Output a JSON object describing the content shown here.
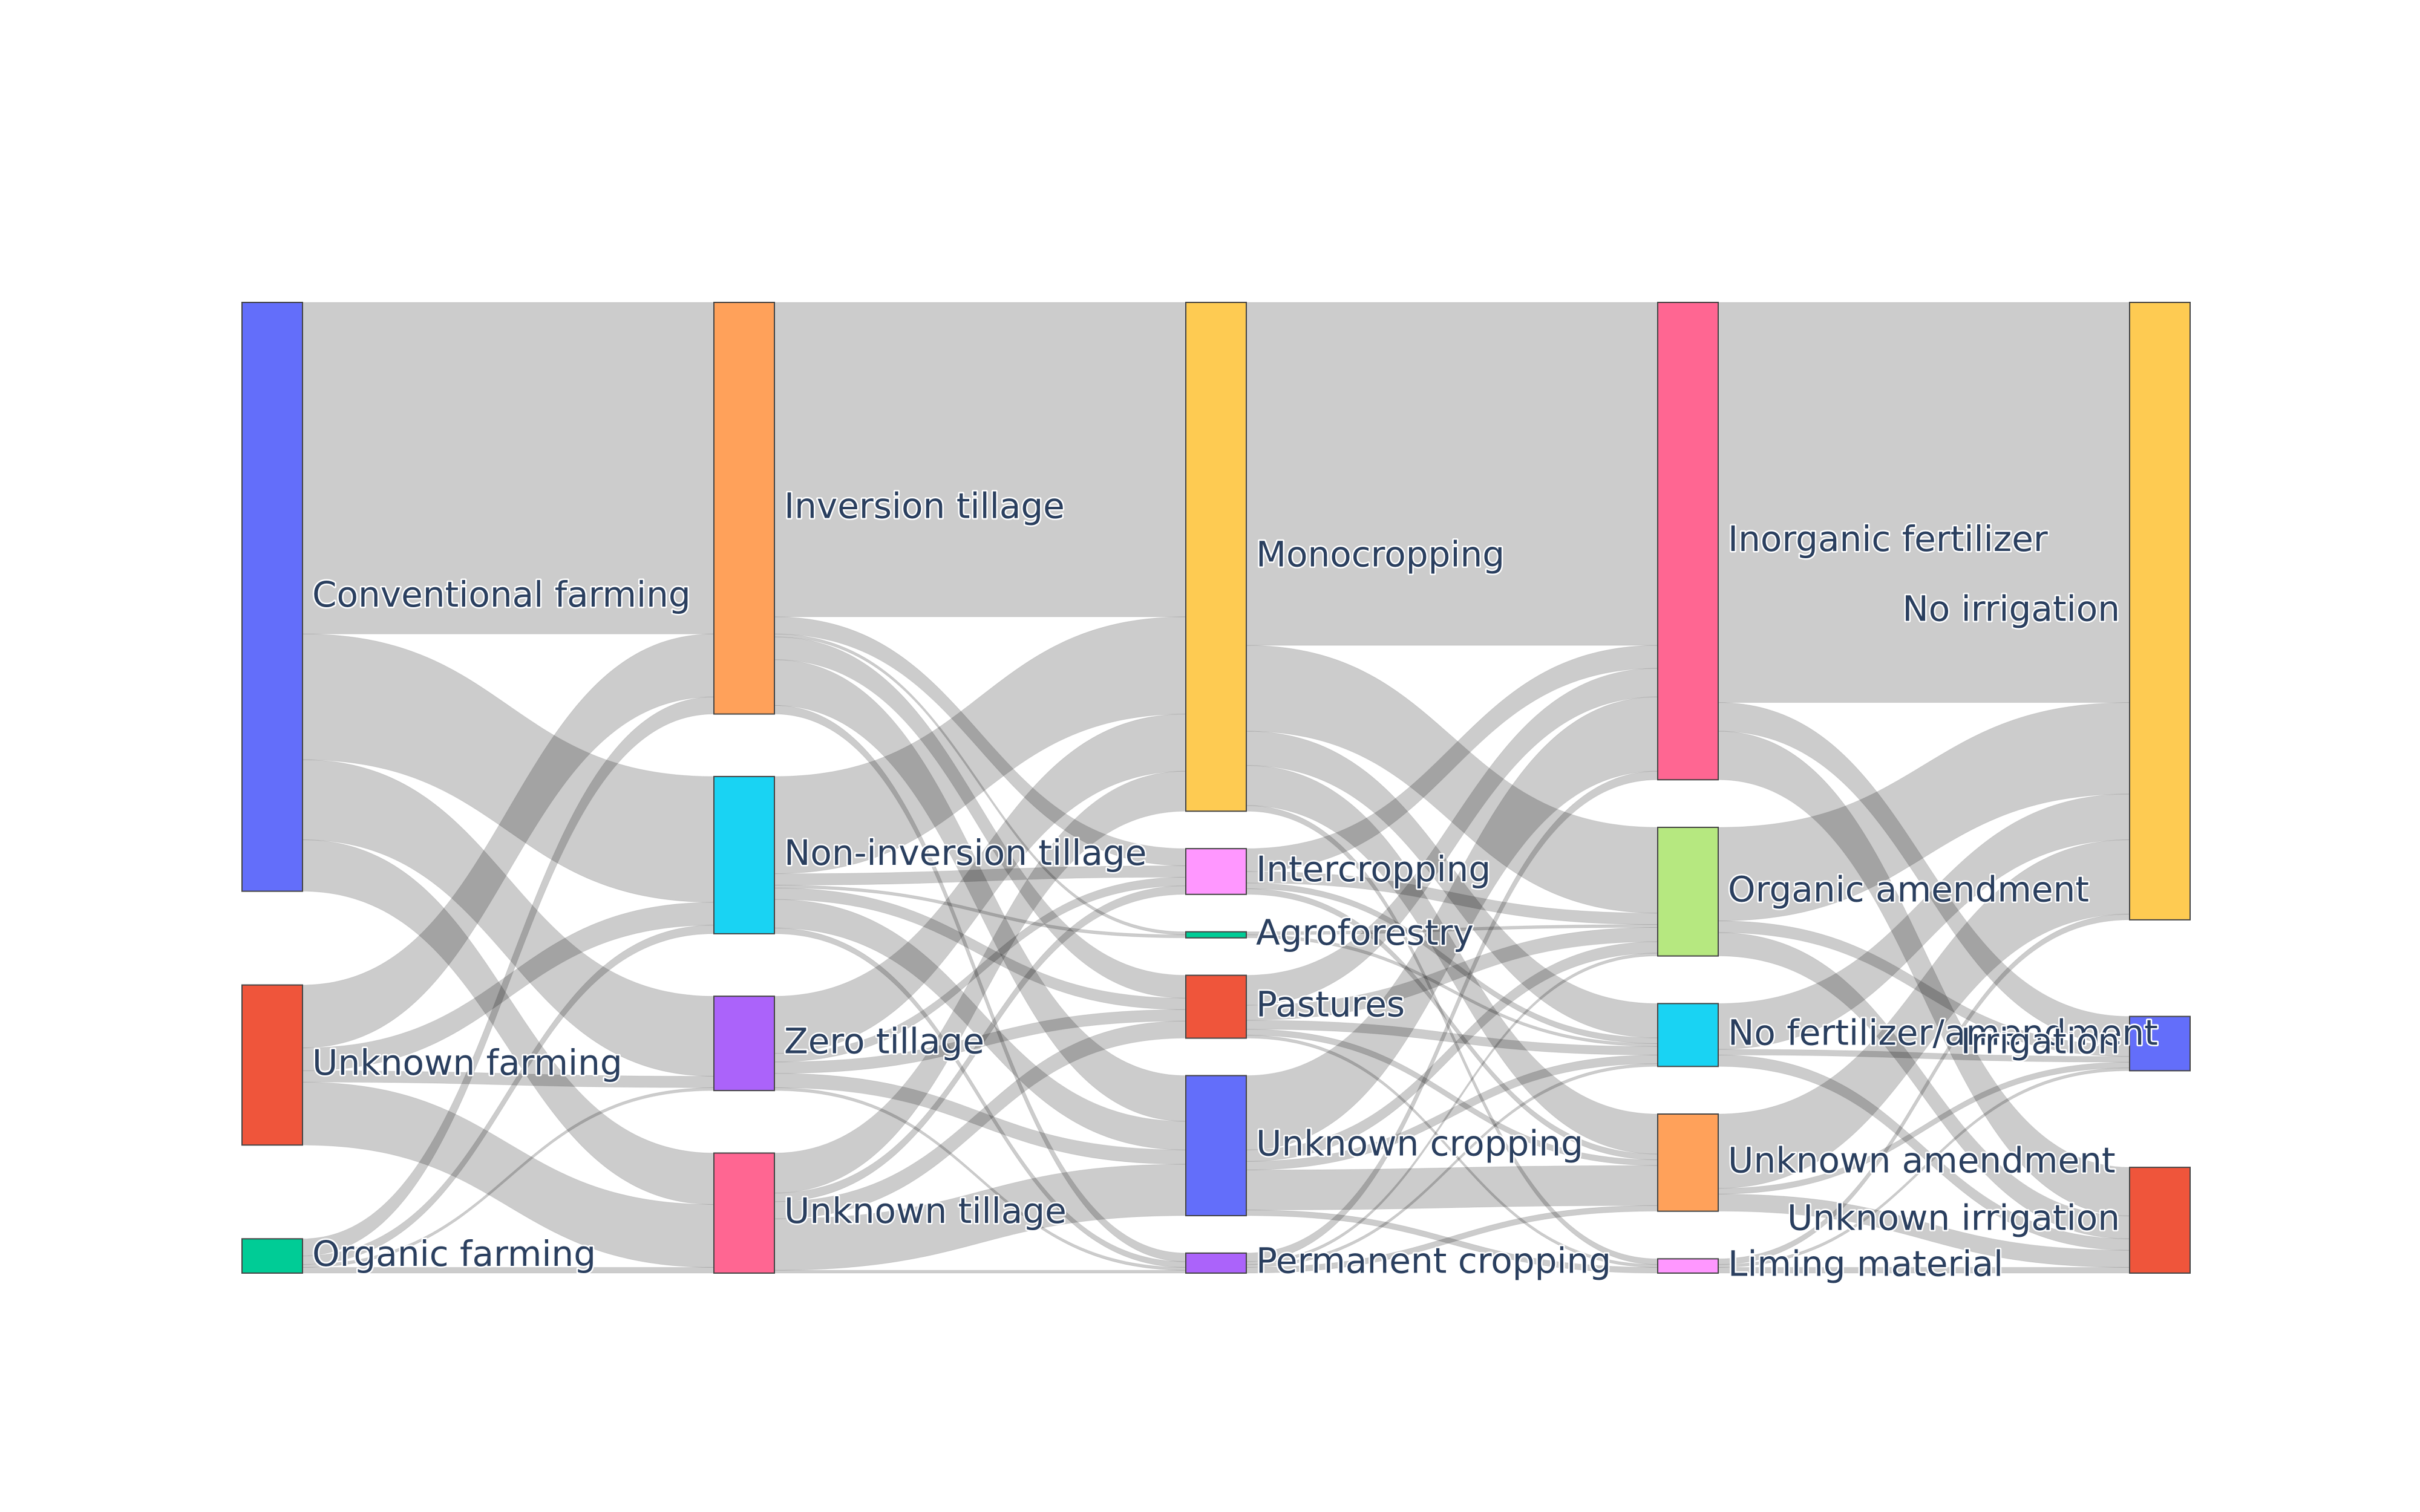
{
  "chart_data": {
    "type": "sankey",
    "title": "",
    "columns": [
      [
        "Conventional farming",
        "Unknown farming",
        "Organic farming"
      ],
      [
        "Inversion tillage",
        "Non-inversion tillage",
        "Zero tillage",
        "Unknown tillage"
      ],
      [
        "Monocropping",
        "Intercropping",
        "Agroforestry",
        "Pastures",
        "Unknown cropping",
        "Permanent cropping"
      ],
      [
        "Inorganic fertilizer",
        "Organic amendment",
        "No fertilizer/amendment",
        "Unknown amendment",
        "Liming material"
      ],
      [
        "No irrigation",
        "Irrigation",
        "Unknown irrigation"
      ]
    ],
    "nodes": [
      {
        "name": "Conventional farming",
        "color": "#636efa"
      },
      {
        "name": "Unknown farming",
        "color": "#ef553b"
      },
      {
        "name": "Organic farming",
        "color": "#00cc96"
      },
      {
        "name": "Inversion tillage",
        "color": "#ffa15a"
      },
      {
        "name": "Non-inversion tillage",
        "color": "#19d3f3"
      },
      {
        "name": "Zero tillage",
        "color": "#ab63fa"
      },
      {
        "name": "Unknown tillage",
        "color": "#ff6692"
      },
      {
        "name": "Monocropping",
        "color": "#fecb52"
      },
      {
        "name": "Intercropping",
        "color": "#ff97ff"
      },
      {
        "name": "Agroforestry",
        "color": "#00cc96"
      },
      {
        "name": "Pastures",
        "color": "#ef553b"
      },
      {
        "name": "Unknown cropping",
        "color": "#636efa"
      },
      {
        "name": "Permanent cropping",
        "color": "#ab63fa"
      },
      {
        "name": "Inorganic fertilizer",
        "color": "#ff6692"
      },
      {
        "name": "Organic amendment",
        "color": "#b6e880"
      },
      {
        "name": "No fertilizer/amendment",
        "color": "#19d3f3"
      },
      {
        "name": "Unknown amendment",
        "color": "#ffa15a"
      },
      {
        "name": "Liming material",
        "color": "#ff97ff"
      },
      {
        "name": "No irrigation",
        "color": "#fecb52"
      },
      {
        "name": "Irrigation",
        "color": "#636efa"
      },
      {
        "name": "Unknown irrigation",
        "color": "#ef553b"
      }
    ],
    "links": [
      {
        "source": "Conventional farming",
        "target": "Inversion tillage",
        "value": 58
      },
      {
        "source": "Conventional farming",
        "target": "Non-inversion tillage",
        "value": 22
      },
      {
        "source": "Conventional farming",
        "target": "Zero tillage",
        "value": 14
      },
      {
        "source": "Conventional farming",
        "target": "Unknown tillage",
        "value": 9
      },
      {
        "source": "Unknown farming",
        "target": "Inversion tillage",
        "value": 11
      },
      {
        "source": "Unknown farming",
        "target": "Non-inversion tillage",
        "value": 4
      },
      {
        "source": "Unknown farming",
        "target": "Zero tillage",
        "value": 2
      },
      {
        "source": "Unknown farming",
        "target": "Unknown tillage",
        "value": 11
      },
      {
        "source": "Organic farming",
        "target": "Inversion tillage",
        "value": 3
      },
      {
        "source": "Organic farming",
        "target": "Non-inversion tillage",
        "value": 1.5
      },
      {
        "source": "Organic farming",
        "target": "Zero tillage",
        "value": 0.5
      },
      {
        "source": "Organic farming",
        "target": "Unknown tillage",
        "value": 1
      },
      {
        "source": "Inversion tillage",
        "target": "Monocropping",
        "value": 55
      },
      {
        "source": "Inversion tillage",
        "target": "Intercropping",
        "value": 3
      },
      {
        "source": "Inversion tillage",
        "target": "Agroforestry",
        "value": 0.5
      },
      {
        "source": "Inversion tillage",
        "target": "Pastures",
        "value": 4
      },
      {
        "source": "Inversion tillage",
        "target": "Unknown cropping",
        "value": 8
      },
      {
        "source": "Inversion tillage",
        "target": "Permanent cropping",
        "value": 1.5
      },
      {
        "source": "Non-inversion tillage",
        "target": "Monocropping",
        "value": 17
      },
      {
        "source": "Non-inversion tillage",
        "target": "Intercropping",
        "value": 2
      },
      {
        "source": "Non-inversion tillage",
        "target": "Agroforestry",
        "value": 0.5
      },
      {
        "source": "Non-inversion tillage",
        "target": "Pastures",
        "value": 2
      },
      {
        "source": "Non-inversion tillage",
        "target": "Unknown cropping",
        "value": 5
      },
      {
        "source": "Non-inversion tillage",
        "target": "Permanent cropping",
        "value": 1
      },
      {
        "source": "Zero tillage",
        "target": "Monocropping",
        "value": 10
      },
      {
        "source": "Zero tillage",
        "target": "Intercropping",
        "value": 1.5
      },
      {
        "source": "Zero tillage",
        "target": "Pastures",
        "value": 2
      },
      {
        "source": "Zero tillage",
        "target": "Unknown cropping",
        "value": 2.5
      },
      {
        "source": "Zero tillage",
        "target": "Permanent cropping",
        "value": 0.5
      },
      {
        "source": "Unknown tillage",
        "target": "Monocropping",
        "value": 7
      },
      {
        "source": "Unknown tillage",
        "target": "Intercropping",
        "value": 1.5
      },
      {
        "source": "Unknown tillage",
        "target": "Pastures",
        "value": 3
      },
      {
        "source": "Unknown tillage",
        "target": "Unknown cropping",
        "value": 9
      },
      {
        "source": "Unknown tillage",
        "target": "Permanent cropping",
        "value": 0.5
      },
      {
        "source": "Monocropping",
        "target": "Inorganic fertilizer",
        "value": 60
      },
      {
        "source": "Monocropping",
        "target": "Organic amendment",
        "value": 15
      },
      {
        "source": "Monocropping",
        "target": "No fertilizer/amendment",
        "value": 6
      },
      {
        "source": "Monocropping",
        "target": "Unknown amendment",
        "value": 7
      },
      {
        "source": "Monocropping",
        "target": "Liming material",
        "value": 1
      },
      {
        "source": "Intercropping",
        "target": "Inorganic fertilizer",
        "value": 4
      },
      {
        "source": "Intercropping",
        "target": "Organic amendment",
        "value": 2
      },
      {
        "source": "Intercropping",
        "target": "No fertilizer/amendment",
        "value": 1
      },
      {
        "source": "Intercropping",
        "target": "Unknown amendment",
        "value": 1
      },
      {
        "source": "Agroforestry",
        "target": "Organic amendment",
        "value": 0.5
      },
      {
        "source": "Agroforestry",
        "target": "No fertilizer/amendment",
        "value": 0.5
      },
      {
        "source": "Pastures",
        "target": "Inorganic fertilizer",
        "value": 5
      },
      {
        "source": "Pastures",
        "target": "Organic amendment",
        "value": 2.5
      },
      {
        "source": "Pastures",
        "target": "No fertilizer/amendment",
        "value": 1.5
      },
      {
        "source": "Pastures",
        "target": "Unknown amendment",
        "value": 1
      },
      {
        "source": "Pastures",
        "target": "Liming material",
        "value": 0.5
      },
      {
        "source": "Unknown cropping",
        "target": "Inorganic fertilizer",
        "value": 13
      },
      {
        "source": "Unknown cropping",
        "target": "Organic amendment",
        "value": 2
      },
      {
        "source": "Unknown cropping",
        "target": "No fertilizer/amendment",
        "value": 1.5
      },
      {
        "source": "Unknown cropping",
        "target": "Unknown amendment",
        "value": 7
      },
      {
        "source": "Unknown cropping",
        "target": "Liming material",
        "value": 1
      },
      {
        "source": "Permanent cropping",
        "target": "Inorganic fertilizer",
        "value": 1.5
      },
      {
        "source": "Permanent cropping",
        "target": "Organic amendment",
        "value": 0.5
      },
      {
        "source": "Permanent cropping",
        "target": "No fertilizer/amendment",
        "value": 0.5
      },
      {
        "source": "Permanent cropping",
        "target": "Unknown amendment",
        "value": 1
      },
      {
        "source": "Inorganic fertilizer",
        "target": "No irrigation",
        "value": 70
      },
      {
        "source": "Inorganic fertilizer",
        "target": "Irrigation",
        "value": 5
      },
      {
        "source": "Inorganic fertilizer",
        "target": "Unknown irrigation",
        "value": 8.5
      },
      {
        "source": "Organic amendment",
        "target": "No irrigation",
        "value": 16
      },
      {
        "source": "Organic amendment",
        "target": "Irrigation",
        "value": 2
      },
      {
        "source": "Organic amendment",
        "target": "Unknown irrigation",
        "value": 4
      },
      {
        "source": "No fertilizer/amendment",
        "target": "No irrigation",
        "value": 8
      },
      {
        "source": "No fertilizer/amendment",
        "target": "Irrigation",
        "value": 1
      },
      {
        "source": "No fertilizer/amendment",
        "target": "Unknown irrigation",
        "value": 2
      },
      {
        "source": "Unknown amendment",
        "target": "No irrigation",
        "value": 13
      },
      {
        "source": "Unknown amendment",
        "target": "Irrigation",
        "value": 1
      },
      {
        "source": "Unknown amendment",
        "target": "Unknown irrigation",
        "value": 3
      },
      {
        "source": "Liming material",
        "target": "No irrigation",
        "value": 1
      },
      {
        "source": "Liming material",
        "target": "Irrigation",
        "value": 0.5
      },
      {
        "source": "Liming material",
        "target": "Unknown irrigation",
        "value": 1
      }
    ]
  }
}
